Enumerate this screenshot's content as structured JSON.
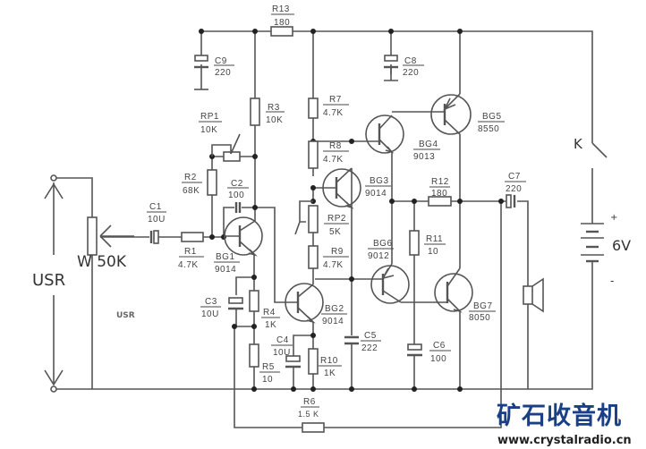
{
  "title": "USR / 6V two-stage transistor audio amplifier schematic",
  "components": {
    "R13": {
      "ref": "R13",
      "value": "180"
    },
    "C9": {
      "ref": "C9",
      "value": "220"
    },
    "C8": {
      "ref": "C8",
      "value": "220"
    },
    "R3": {
      "ref": "R3",
      "value": "10K"
    },
    "R7": {
      "ref": "R7",
      "value": "4.7K"
    },
    "RP1": {
      "ref": "RP1",
      "value": "10K"
    },
    "R8": {
      "ref": "R8",
      "value": "4.7K"
    },
    "R2": {
      "ref": "R2",
      "value": "68K"
    },
    "C2": {
      "ref": "C2",
      "value": "100"
    },
    "C1": {
      "ref": "C1",
      "value": "10U"
    },
    "R1": {
      "ref": "R1",
      "value": "4.7K"
    },
    "BG1": {
      "ref": "BG1",
      "value": "9014"
    },
    "BG2": {
      "ref": "BG2",
      "value": "9014"
    },
    "BG3": {
      "ref": "BG3",
      "value": "9014"
    },
    "BG4": {
      "ref": "BG4",
      "value": "9013"
    },
    "BG5": {
      "ref": "BG5",
      "value": "8550"
    },
    "BG6": {
      "ref": "BG6",
      "value": "9012"
    },
    "BG7": {
      "ref": "BG7",
      "value": "8050"
    },
    "RP2": {
      "ref": "RP2",
      "value": "5K"
    },
    "R9": {
      "ref": "R9",
      "value": "4.7K"
    },
    "R12": {
      "ref": "R12",
      "value": "180"
    },
    "R11": {
      "ref": "R11",
      "value": "10"
    },
    "C7": {
      "ref": "C7",
      "value": "220"
    },
    "C3": {
      "ref": "C3",
      "value": "10U"
    },
    "R4": {
      "ref": "R4",
      "value": "1K"
    },
    "C4": {
      "ref": "C4",
      "value": "10U"
    },
    "R10": {
      "ref": "R10",
      "value": "1K"
    },
    "R5": {
      "ref": "R5",
      "value": "10"
    },
    "C5": {
      "ref": "C5",
      "value": "222"
    },
    "C6": {
      "ref": "C6",
      "value": "100"
    },
    "R6": {
      "ref": "R6",
      "value": "1.5 K"
    }
  },
  "labels": {
    "input_big": "USR",
    "input_small": "USR",
    "volume_pot": "W 50K",
    "switch": "K",
    "battery": "6V",
    "battery_plus": "+",
    "battery_minus": "-"
  },
  "branding": {
    "name_cn": "矿石收音机",
    "url": "www.crystalradio.cn",
    "color": "#1a3f86"
  }
}
